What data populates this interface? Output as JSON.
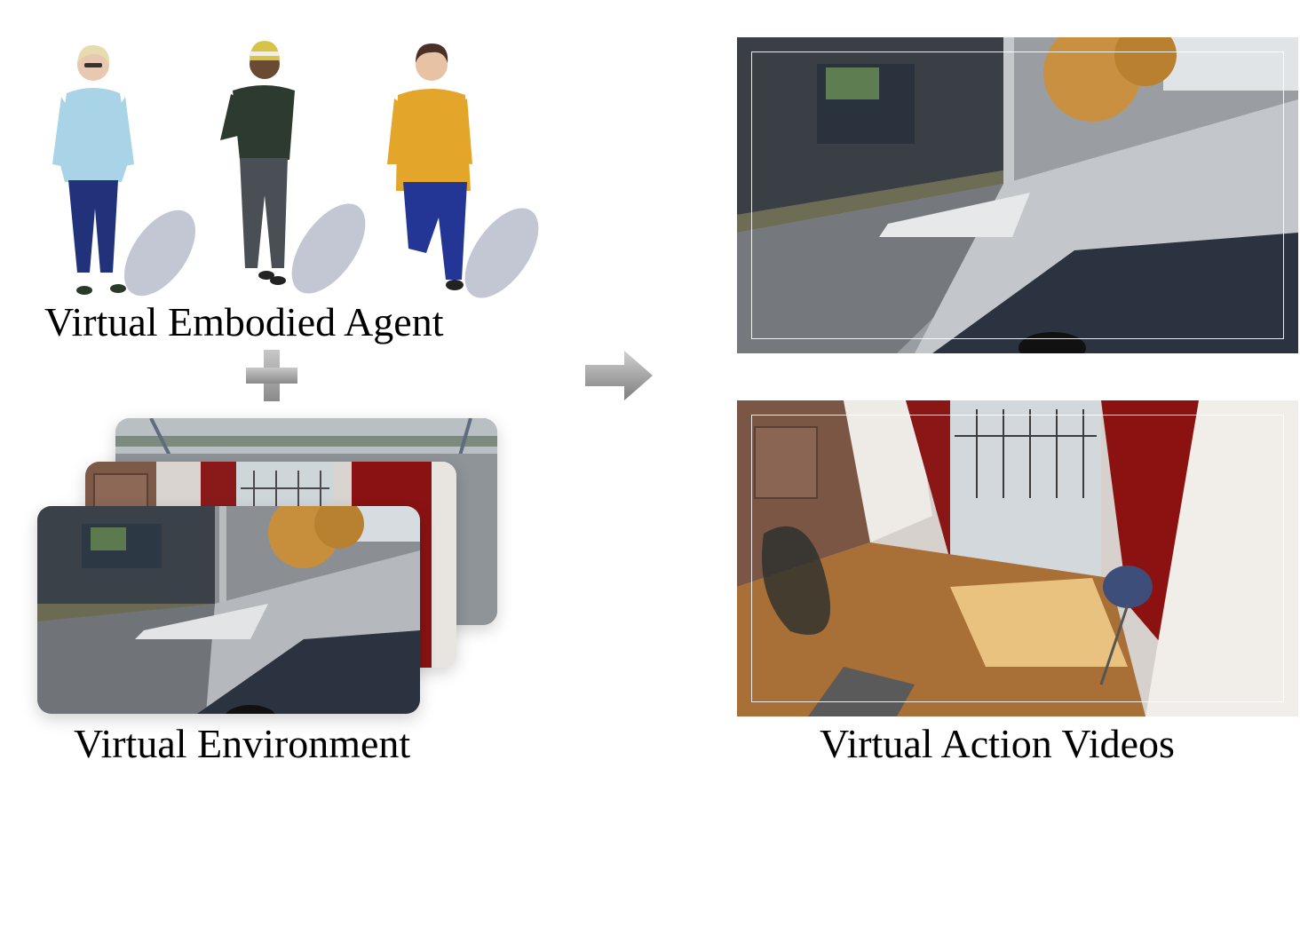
{
  "labels": {
    "agent": "Virtual Embodied Agent",
    "environment": "Virtual Environment",
    "videos": "Virtual Action Videos"
  },
  "colors": {
    "background": "#ffffff",
    "text": "#000000",
    "symbol_gray": "#a8a8a8"
  },
  "agents": [
    {
      "name": "woman-light-blue-shirt",
      "shirt": "#a9d3e6",
      "pants": "#22327a",
      "hair": "#e6dcae"
    },
    {
      "name": "man-dark-jacket-beanie",
      "shirt": "#2d3a2f",
      "pants": "#4a4f55",
      "hair": "#d8c34a"
    },
    {
      "name": "man-orange-shirt",
      "shirt": "#e3a52a",
      "pants": "#233695",
      "hair": "#4a3026"
    }
  ],
  "icons": {
    "plus": "plus-icon",
    "arrow": "arrow-right-icon"
  }
}
